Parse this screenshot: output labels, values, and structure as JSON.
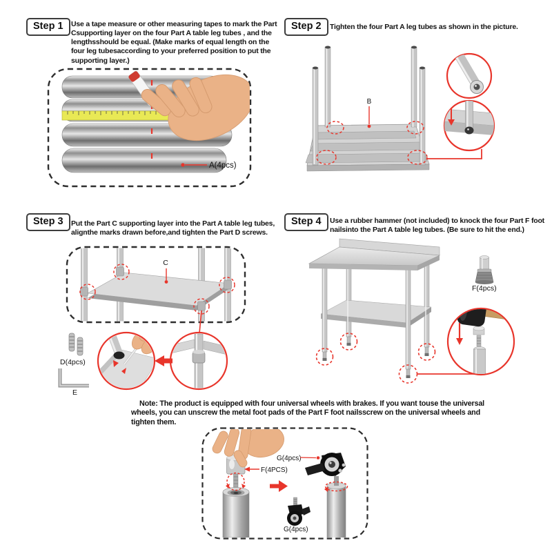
{
  "colors": {
    "accent_red": "#e8352b",
    "text": "#141414"
  },
  "steps": [
    {
      "label": "Step 1",
      "text": "Use a tape measure or other measuring tapes to mark the Part Csupporting layer on the four Part A table leg tubes , and the lengthsshould be equal. (Make marks of equal length on the four leg tubesaccording to your preferred position to put the supporting layer.)"
    },
    {
      "label": "Step 2",
      "text": "Tighten the four Part A leg tubes as shown in the picture."
    },
    {
      "label": "Step 3",
      "text": "Put the Part C supporting layer into the Part A table leg tubes, alignthe marks drawn before,and tighten the Part D screws."
    },
    {
      "label": "Step 4",
      "text": "Use a rubber hammer (not included) to knock the four Part F foot nailsinto the Part A table leg tubes. (Be sure to hit the end.)"
    }
  ],
  "figures": {
    "step1": {
      "part_a_label": "A(4pcs)"
    },
    "step2": {
      "part_b_label": "B"
    },
    "step3": {
      "part_c_label": "C",
      "part_d_label": "D(4pcs)",
      "part_e_label": "E"
    },
    "step4": {
      "part_f_label": "F(4pcs)"
    },
    "wheel_note": {
      "part_g_top_label": "G(4pcs)",
      "part_f_label": "F(4PCS)",
      "part_g_bottom_label": "G(4pcs)"
    }
  },
  "note": "Note: The product is equipped with four universal wheels with brakes. If you want touse the universal wheels, you can unscrew the metal foot pads of the Part F foot nailsscrew on the universal wheels and tighten them."
}
